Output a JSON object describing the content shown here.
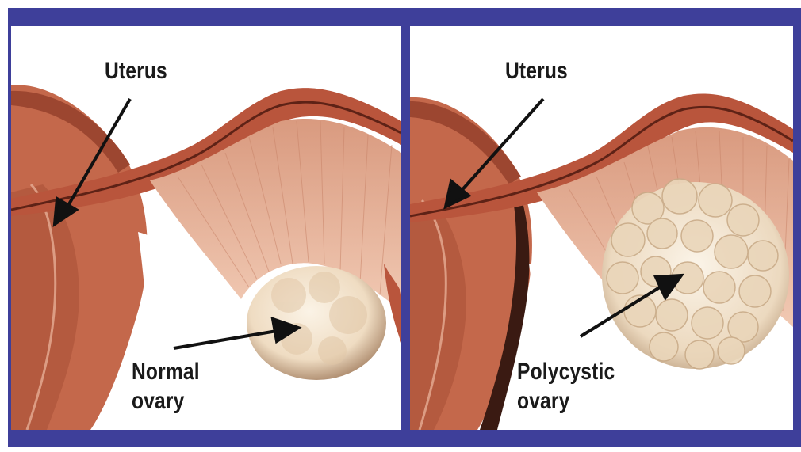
{
  "colors": {
    "frame": "#3e3f9a",
    "background": "#ffffff",
    "tissue": "#c46a4e",
    "tissue_dark": "#7a3020",
    "ligament": "#e9b79f",
    "ovary": "#f1e3cf",
    "label_text": "#1a1a1a"
  },
  "panels": [
    {
      "uterus_label": "Uterus",
      "ovary_label_line1": "Normal",
      "ovary_label_line2": "ovary"
    },
    {
      "uterus_label": "Uterus",
      "ovary_label_line1": "Polycystic",
      "ovary_label_line2": "ovary"
    }
  ]
}
